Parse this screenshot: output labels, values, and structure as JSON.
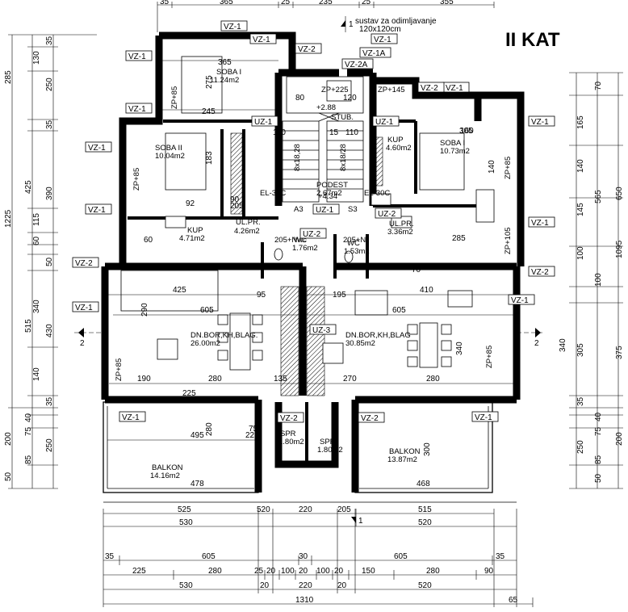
{
  "title": "II KAT",
  "stair_note": [
    "sustav za odimljavanje",
    "120x120cm"
  ],
  "stub_label": "STUB.",
  "section_marks": [
    "2",
    "2",
    "1",
    "1"
  ],
  "rooms": [
    {
      "id": "soba1_left",
      "name": "SOBA I",
      "area": "11.24m2"
    },
    {
      "id": "soba2",
      "name": "SOBA II",
      "area": "10.04m2"
    },
    {
      "id": "kup_left",
      "name": "KUP",
      "area": "4.71m2"
    },
    {
      "id": "ulpr_left",
      "name": "UL.PR.",
      "area": "4.26m2"
    },
    {
      "id": "wc_left",
      "name": "WC",
      "area": "1.76m2"
    },
    {
      "id": "podest",
      "name": "PODEST",
      "area": "2.67m2"
    },
    {
      "id": "wc_right",
      "name": "WC",
      "area": "1.53m2"
    },
    {
      "id": "ulpr_right",
      "name": "UL.PR.",
      "area": "3.36m2"
    },
    {
      "id": "kup_right",
      "name": "KUP",
      "area": "4.60m2"
    },
    {
      "id": "soba1_right",
      "name": "SOBA I",
      "area": "10.73m2"
    },
    {
      "id": "dn_left",
      "name": "DN.BOR,KH,BLAG.",
      "area": "26.00m2"
    },
    {
      "id": "dn_right",
      "name": "DN.BOR,KH,BLAG",
      "area": "30.85m2"
    },
    {
      "id": "spr_left",
      "name": "SPR",
      "area": "1.80m2"
    },
    {
      "id": "spr_right",
      "name": "SPR",
      "area": "1.80m2"
    },
    {
      "id": "balkon_left",
      "name": "BALKON",
      "area": "14.16m2"
    },
    {
      "id": "balkon_right",
      "name": "BALKON",
      "area": "13.87m2"
    }
  ],
  "tags": [
    "VZ-1",
    "VZ-2",
    "VZ-1",
    "VZ-1A",
    "VZ-2A",
    "VZ-1",
    "VZ-1",
    "VZ-2",
    "VZ-1",
    "VZ-1",
    "VZ-1",
    "UZ-1",
    "UZ-1",
    "UZ-2",
    "UZ-1",
    "UZ-2",
    "VZ-1",
    "VZ-2",
    "VZ-1",
    "VZ-1",
    "VZ-2",
    "UZ-3",
    "VZ-1",
    "VZ-2",
    "VZ-2",
    "VZ-1",
    "VZ-1",
    "VZ-1"
  ],
  "labels": {
    "stair_a": "8x18,28",
    "stair_b": "8x18/28",
    "level_a": "+2.88",
    "level_b": "+4.34",
    "el_a": "EL-30C",
    "el_b": "EL-30C",
    "s_a": "A3",
    "s_b": "S3",
    "zp225": "ZP+225",
    "zp145": "ZP+145",
    "zp85": "ZP+85",
    "zp105": "ZP+105",
    "nwc": "205+Nwc",
    "nwc2": "205+N"
  },
  "dims_top": [
    "35",
    "365",
    "25",
    "235",
    "25",
    "355"
  ],
  "dims_bottom_row1": [
    "525",
    "520",
    "220",
    "205",
    "515"
  ],
  "dims_bottom_row2": [
    "530",
    "520"
  ],
  "dims_bottom_b1": [
    "35",
    "605",
    "30",
    "605",
    "35"
  ],
  "dims_bottom_b2": [
    "225",
    "280",
    "25",
    "20",
    "100",
    "20",
    "100",
    "20",
    "150",
    "280",
    "90"
  ],
  "dims_bottom_b3": [
    "530",
    "20",
    "220",
    "20",
    "520"
  ],
  "dims_total": [
    "1310",
    "65"
  ],
  "dims_left": [
    "35",
    "130",
    "250",
    "35",
    "425",
    "390",
    "115",
    "60",
    "50",
    "340",
    "515",
    "430",
    "140",
    "35",
    "1225",
    "285",
    "40",
    "75",
    "200",
    "85",
    "250",
    "50"
  ],
  "dims_right": [
    "70",
    "165",
    "565",
    "650",
    "140",
    "145",
    "1095",
    "100",
    "100",
    "375",
    "340",
    "305",
    "35",
    "40",
    "75",
    "200",
    "85",
    "250",
    "50"
  ],
  "inner_dims": [
    "365",
    "245",
    "275",
    "183",
    "425",
    "605",
    "290",
    "280",
    "190",
    "135",
    "410",
    "605",
    "270",
    "280",
    "495",
    "478",
    "468",
    "300",
    "280",
    "225",
    "75",
    "160",
    "305",
    "340",
    "285",
    "140",
    "110",
    "15",
    "110",
    "80",
    "120",
    "205",
    "90",
    "92",
    "225",
    "70",
    "60",
    "95",
    "195"
  ]
}
